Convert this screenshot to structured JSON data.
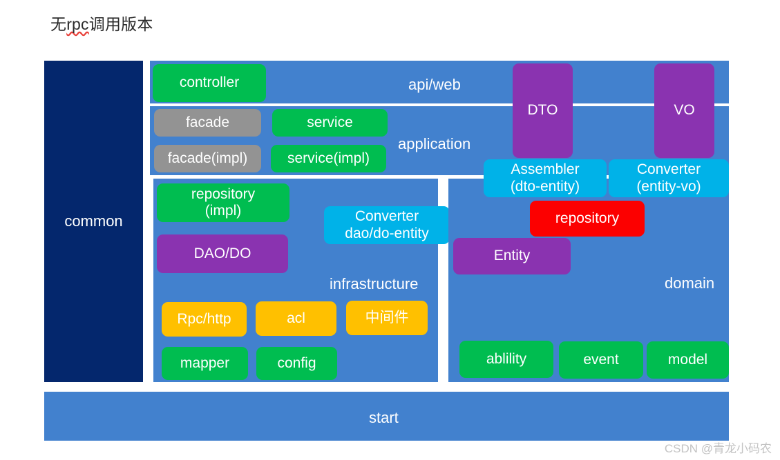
{
  "title": {
    "prefix": "无",
    "underlined": "rpc",
    "suffix": "调用版本"
  },
  "colors": {
    "panel_blue": "#4281ce",
    "navy": "#04276d",
    "green": "#00bd50",
    "gray": "#939393",
    "purple": "#8a33b0",
    "cyan": "#00b2e8",
    "yellow": "#ffc000",
    "red": "#fc0000",
    "white": "#ffffff"
  },
  "layers": {
    "common": {
      "label": "common"
    },
    "api_web": {
      "label": "api/web",
      "boxes": [
        {
          "label": "controller",
          "color": "green"
        }
      ]
    },
    "application": {
      "label": "application",
      "boxes": [
        {
          "label": "facade",
          "color": "gray"
        },
        {
          "label": "service",
          "color": "green"
        },
        {
          "label": "facade(impl)",
          "color": "gray"
        },
        {
          "label": "service(impl)",
          "color": "green"
        }
      ]
    },
    "infrastructure": {
      "label": "infrastructure",
      "boxes": [
        {
          "label": "repository\n(impl)",
          "color": "green"
        },
        {
          "label": "Converter\ndao/do-entity",
          "color": "cyan"
        },
        {
          "label": "DAO/DO",
          "color": "purple"
        },
        {
          "label": "Rpc/http",
          "color": "yellow"
        },
        {
          "label": "acl",
          "color": "yellow"
        },
        {
          "label": "中间件",
          "color": "yellow"
        },
        {
          "label": "mapper",
          "color": "green"
        },
        {
          "label": "config",
          "color": "green"
        }
      ]
    },
    "domain": {
      "label": "domain",
      "boxes": [
        {
          "label": "repository",
          "color": "red"
        },
        {
          "label": "Entity",
          "color": "purple"
        },
        {
          "label": "ablility",
          "color": "green"
        },
        {
          "label": "event",
          "color": "green"
        },
        {
          "label": "model",
          "color": "green"
        }
      ]
    },
    "crosscut": {
      "boxes": [
        {
          "label": "DTO",
          "color": "purple"
        },
        {
          "label": "VO",
          "color": "purple"
        },
        {
          "label": "Assembler\n(dto-entity)",
          "color": "cyan"
        },
        {
          "label": "Converter\n(entity-vo)",
          "color": "cyan"
        }
      ]
    },
    "start": {
      "label": "start"
    }
  },
  "watermark": "CSDN @青龙小码农"
}
